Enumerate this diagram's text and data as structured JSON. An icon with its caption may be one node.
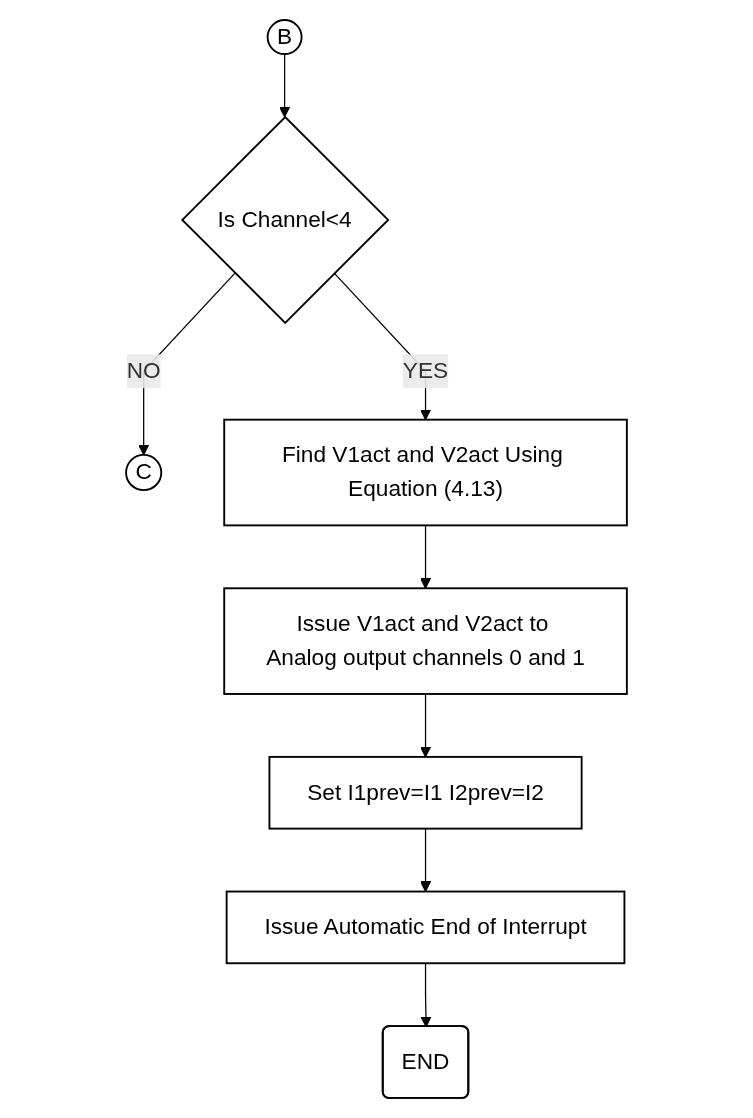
{
  "diagram": {
    "nodes": [
      {
        "text": [
          "B"
        ]
      },
      {
        "text": [
          "Is Channel<4"
        ]
      },
      {
        "text": [
          "C"
        ]
      },
      {
        "text": [
          "Find V1act and V2act Using Equation (4.13)"
        ]
      },
      {
        "text": [
          "Issue V1act and V2act to Analog output channels 0 and 1"
        ]
      },
      {
        "text": [
          "Set I1prev=I1 I2prev=I2"
        ]
      },
      {
        "text": [
          "Issue Automatic End of Interrupt"
        ]
      },
      {
        "text": [
          "END"
        ]
      }
    ],
    "edges": [
      {
        "from": 0,
        "to": 1,
        "arrow": "to"
      },
      {
        "from": 1,
        "to": 2,
        "arrow": "to",
        "label": "NO"
      },
      {
        "from": 1,
        "to": 3,
        "arrow": "to",
        "label": "YES"
      },
      {
        "from": 3,
        "to": 4,
        "arrow": "to"
      },
      {
        "from": 4,
        "to": 5,
        "arrow": "to"
      },
      {
        "from": 5,
        "to": 6,
        "arrow": "to"
      },
      {
        "from": 6,
        "to": 7,
        "arrow": "to"
      }
    ]
  }
}
